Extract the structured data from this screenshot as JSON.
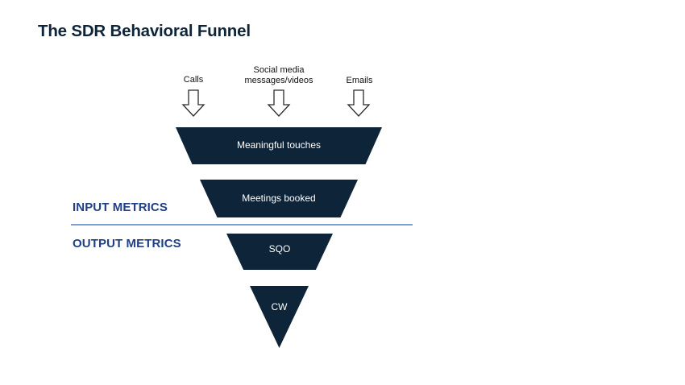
{
  "title": "The SDR Behavioral Funnel",
  "inputs": [
    {
      "label": "Calls"
    },
    {
      "label": "Social media messages/videos",
      "line1": "Social media",
      "line2": "messages/videos"
    },
    {
      "label": "Emails"
    }
  ],
  "metrics": {
    "input": "INPUT METRICS",
    "output": "OUTPUT METRICS"
  },
  "stages": [
    {
      "label": "Meaningful touches"
    },
    {
      "label": "Meetings booked"
    },
    {
      "label": "SQO"
    },
    {
      "label": "CW"
    }
  ],
  "colors": {
    "stage_fill": "#0e2438",
    "metric_text": "#1f3f87",
    "divider": "#7f9fd6"
  }
}
